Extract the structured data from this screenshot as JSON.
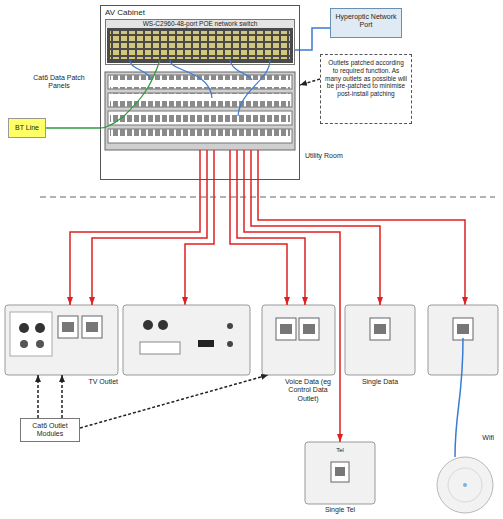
{
  "diagram": {
    "nodes": [
      {
        "text": [
          "AV Cabinet"
        ]
      },
      {
        "text": [
          "WS-C2960-48-port POE network switch"
        ],
        "in": 0
      },
      {
        "text": [
          "Hyperoptic Network Port"
        ]
      },
      {
        "text": [
          "Outlets patched according to required function. As many outlets as possible will be pre-patched to minimise post-install patching"
        ]
      },
      {
        "text": [
          "BT Line"
        ]
      },
      {
        "text": [
          "TV Outlet"
        ]
      },
      {
        "text": [
          "Voice Data (eg Control Data Outlet)"
        ]
      },
      {
        "text": [
          "Single Data"
        ]
      },
      {
        "text": [
          "Tel",
          "Single Tel"
        ]
      },
      {
        "text": [
          "Wifi"
        ]
      },
      {
        "text": [
          "Cat6 Outlet Modules"
        ]
      }
    ],
    "edges": [
      {
        "from": 2,
        "to": 1,
        "arrow": "none"
      },
      {
        "from": 4,
        "to": 0,
        "arrow": "none"
      },
      {
        "from": 3,
        "to": 0,
        "arrow": "to"
      },
      {
        "from": 0,
        "to": 5,
        "arrow": "to"
      },
      {
        "from": 0,
        "to": 5,
        "arrow": "to"
      },
      {
        "from": 0,
        "to": 6,
        "arrow": "to"
      },
      {
        "from": 0,
        "to": 6,
        "arrow": "to"
      },
      {
        "from": 0,
        "to": 8,
        "arrow": "to"
      },
      {
        "from": 0,
        "to": 7,
        "arrow": "to"
      },
      {
        "from": 10,
        "to": 5,
        "arrow": "to"
      },
      {
        "from": 10,
        "to": 5,
        "arrow": "to"
      },
      {
        "from": 10,
        "to": 6,
        "arrow": "to"
      }
    ],
    "labels": [
      "Cat6 Data Patch Panels",
      "Utility Room"
    ]
  }
}
